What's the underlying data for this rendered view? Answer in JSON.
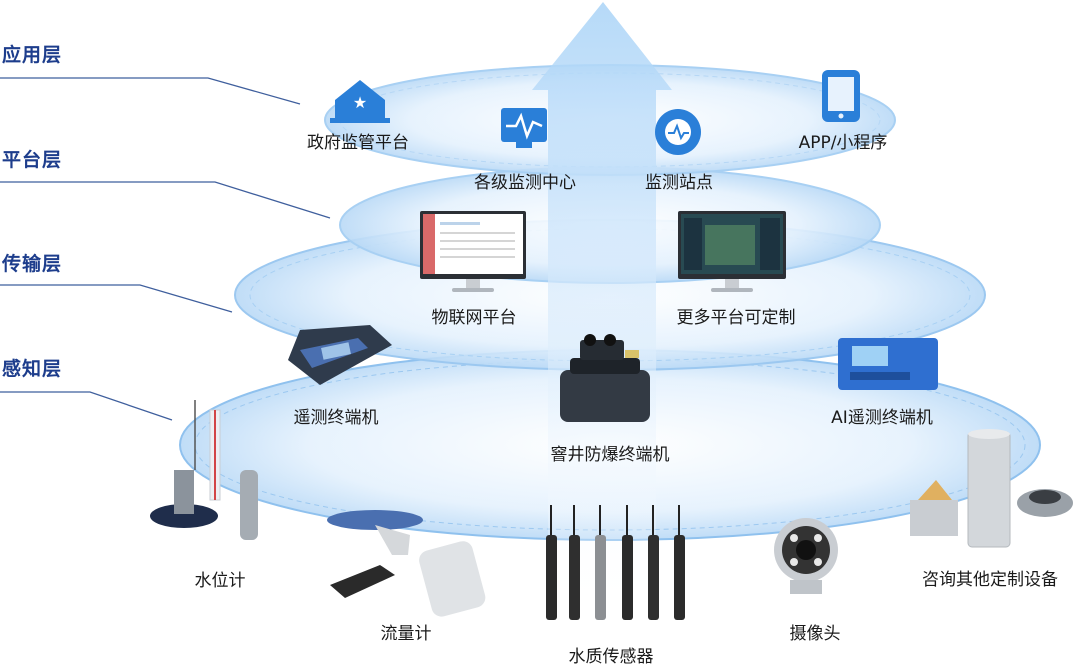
{
  "layers": [
    {
      "label": "应用层"
    },
    {
      "label": "平台层"
    },
    {
      "label": "传输层"
    },
    {
      "label": "感知层"
    }
  ],
  "application": {
    "items": [
      {
        "label": "政府监管平台",
        "icon": "government-house-icon"
      },
      {
        "label": "各级监测中心",
        "icon": "monitor-pulse-icon"
      },
      {
        "label": "监测站点",
        "icon": "location-pulse-icon"
      },
      {
        "label": "APP/小程序",
        "icon": "tablet-icon"
      }
    ]
  },
  "platform": {
    "items": [
      {
        "label": "物联网平台",
        "icon": "iot-platform-monitor-icon"
      },
      {
        "label": "更多平台可定制",
        "icon": "map-platform-monitor-icon"
      }
    ]
  },
  "transport": {
    "items": [
      {
        "label": "遥测终端机",
        "icon": "rtu-terminal-icon"
      },
      {
        "label": "窨井防爆终端机",
        "icon": "explosion-proof-terminal-icon"
      },
      {
        "label": "AI遥测终端机",
        "icon": "ai-rtu-terminal-icon"
      }
    ]
  },
  "sensing": {
    "items": [
      {
        "label": "水位计",
        "icon": "water-level-gauge-icon"
      },
      {
        "label": "流量计",
        "icon": "flow-meter-icon"
      },
      {
        "label": "水质传感器",
        "icon": "water-quality-sensor-icon"
      },
      {
        "label": "摄像头",
        "icon": "camera-icon"
      },
      {
        "label": "咨询其他定制设备",
        "icon": "custom-devices-icon"
      }
    ]
  },
  "colors": {
    "layer_label": "#1d3d8c",
    "ring": "#9cc8f0",
    "arrow": "#bfe0fb",
    "icon_blue": "#2a7fd8"
  }
}
